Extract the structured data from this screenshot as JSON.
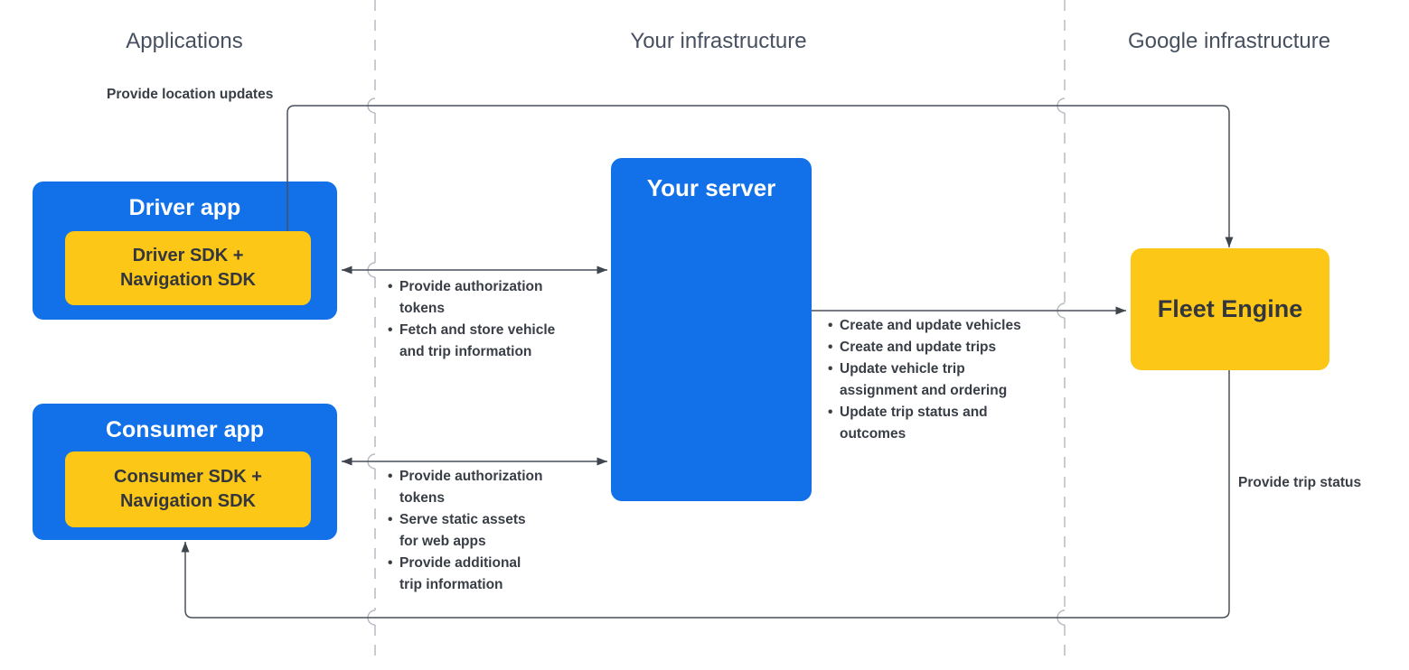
{
  "diagram": {
    "columns": [
      {
        "id": "applications",
        "label": "Applications"
      },
      {
        "id": "your-infrastructure",
        "label": "Your infrastructure"
      },
      {
        "id": "google-infrastructure",
        "label": "Google infrastructure"
      }
    ],
    "nodes": {
      "driver_app": {
        "title": "Driver app",
        "sdk": "Driver SDK +\nNavigation SDK"
      },
      "consumer_app": {
        "title": "Consumer app",
        "sdk": "Consumer SDK +\nNavigation SDK"
      },
      "your_server": {
        "title": "Your server"
      },
      "fleet_engine": {
        "title": "Fleet Engine"
      }
    },
    "edges": {
      "driver_to_fleet_label": "Provide location updates",
      "fleet_to_consumer_label": "Provide trip status",
      "driver_server_bullets": [
        "Provide authorization\ntokens",
        "Fetch and store vehicle\nand trip information"
      ],
      "consumer_server_bullets": [
        "Provide authorization\ntokens",
        "Serve static assets\nfor web apps",
        "Provide additional\ntrip information"
      ],
      "server_fleet_bullets": [
        "Create and update vehicles",
        "Create and update trips",
        "Update vehicle trip\nassignment and ordering",
        "Update trip status and\noutcomes"
      ]
    },
    "colors": {
      "box_blue": "#1271E8",
      "box_yellow": "#FCC717",
      "text_dark": "#393E46",
      "text_white": "#FFFFFF",
      "line": "#4A515B",
      "arrowhead": "#3F454D",
      "divider": "#B7BCC2",
      "header_text": "#475060"
    }
  }
}
